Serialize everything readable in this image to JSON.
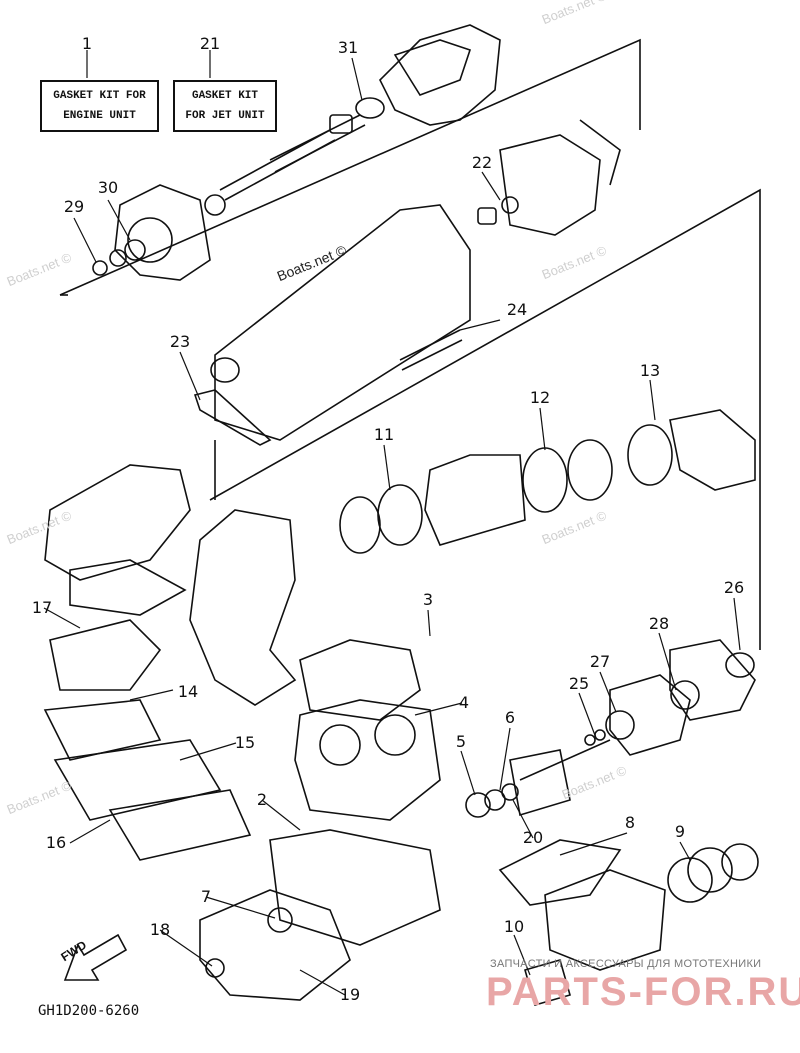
{
  "kits": [
    {
      "ref": "1",
      "line1": "GASKET KIT FOR",
      "line2": "ENGINE UNIT"
    },
    {
      "ref": "21",
      "line1": "GASKET KIT",
      "line2": "FOR JET UNIT"
    }
  ],
  "callouts": [
    "31",
    "30",
    "29",
    "22",
    "24",
    "23",
    "13",
    "12",
    "11",
    "17",
    "3",
    "4",
    "14",
    "15",
    "2",
    "16",
    "7",
    "18",
    "19",
    "26",
    "28",
    "27",
    "25",
    "6",
    "5",
    "20",
    "8",
    "9",
    "10"
  ],
  "watermark_text": "Boats.net ©",
  "diagram_code": "GH1D200-6260",
  "fwd_label": "FWD",
  "brand": {
    "tagline": "ЗАПЧАСТИ И АКСЕССУАРЫ ДЛЯ МОТОТЕХНИКИ",
    "logo": "PARTS-FOR.RU"
  }
}
